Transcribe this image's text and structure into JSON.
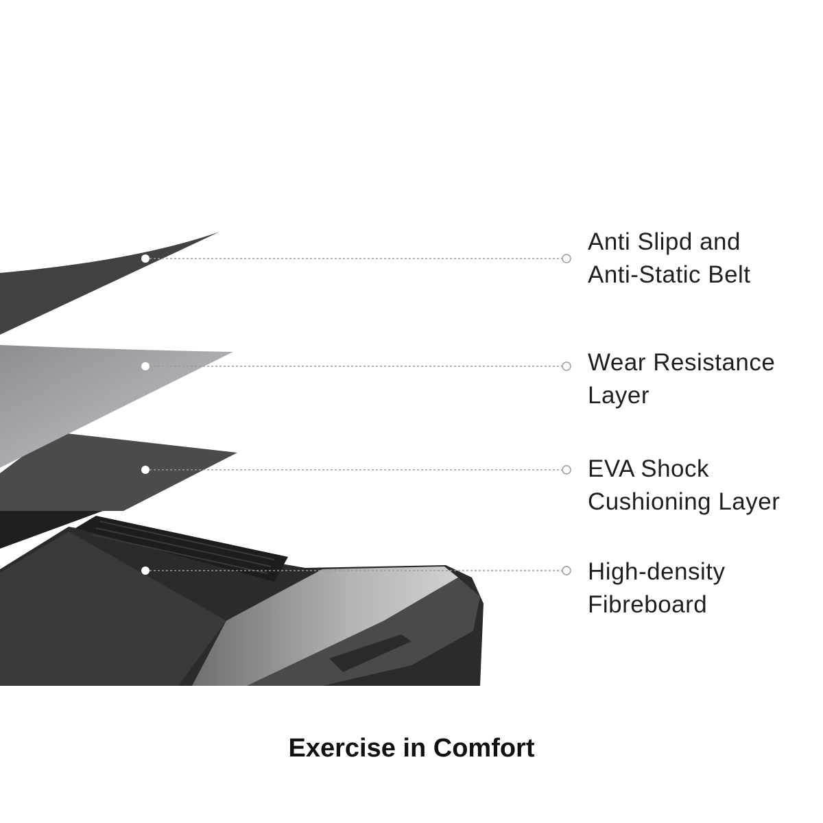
{
  "layers": [
    {
      "label_lines": [
        "Anti Slipd and",
        "Anti-Static Belt"
      ]
    },
    {
      "label_lines": [
        "Wear Resistance",
        "Layer"
      ]
    },
    {
      "label_lines": [
        "EVA Shock",
        "Cushioning Layer"
      ]
    },
    {
      "label_lines": [
        "High-density",
        "Fibreboard"
      ]
    }
  ],
  "caption": "Exercise in Comfort",
  "colors": {
    "belt": "#3a3a3a",
    "wear": "#9a9ca0",
    "eva": "#4a4a4a",
    "board": "#2e2e2e",
    "leader": "#9a9a9a"
  }
}
